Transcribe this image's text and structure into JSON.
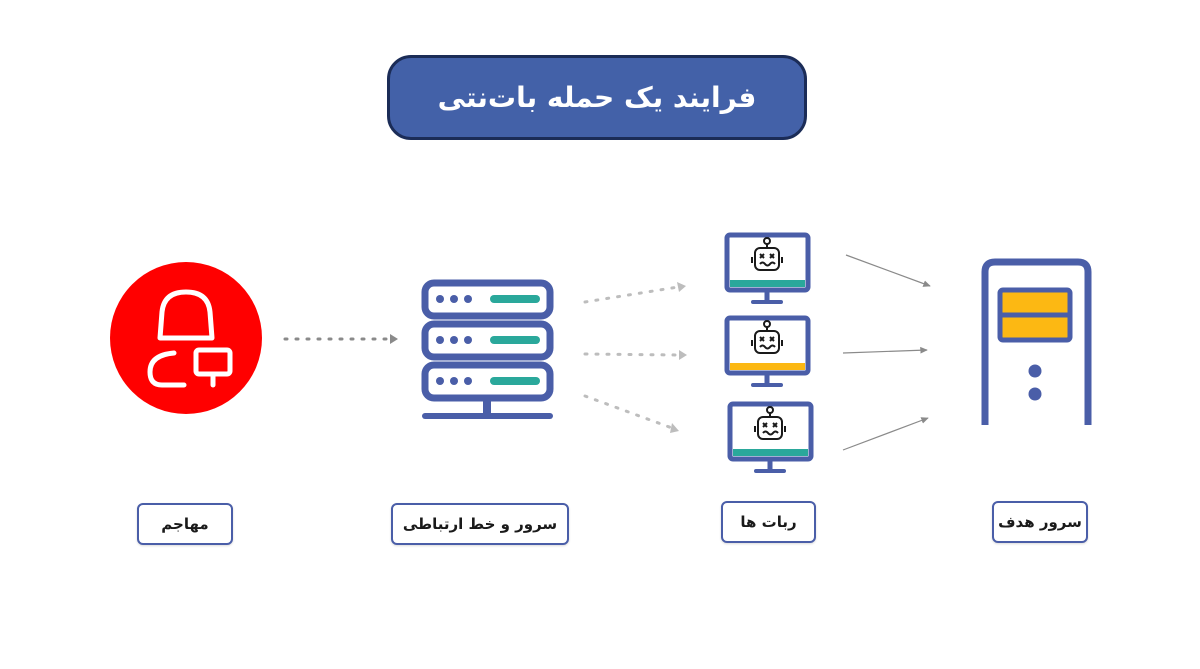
{
  "title": "فرایند یک حمله بات‌نتی",
  "nodes": {
    "attacker": {
      "label": "مهاجم"
    },
    "cc_server": {
      "label": "سرور و خط ارتباطی"
    },
    "bots": {
      "label": "ربات ها",
      "count": 3
    },
    "target": {
      "label": "سرور هدف"
    }
  },
  "colors": {
    "title_bg": "#4361a8",
    "title_border": "#1b2c57",
    "attacker": "#ff0000",
    "device_outline": "#4a5ea8",
    "teal": "#2aa89b",
    "yellow": "#fcb813"
  },
  "icons": [
    "attacker-icon",
    "server-stack-icon",
    "bot-monitor-icon",
    "target-server-icon"
  ]
}
